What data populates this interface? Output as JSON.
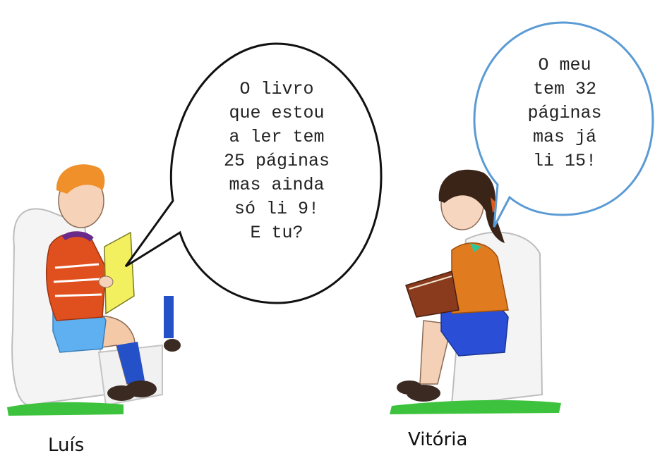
{
  "characters": {
    "boy": {
      "name": "Luís",
      "speech": "O livro\nque estou\na ler tem\n25 páginas\nmas ainda\nsó li 9!\nE tu?"
    },
    "girl": {
      "name": "Vitória",
      "speech": "O meu\ntem 32\npáginas\nmas já\nli 15!"
    }
  },
  "colors": {
    "boy_bubble_outline": "#111111",
    "girl_bubble_outline": "#5b9bd5",
    "grass": "#3cc23c"
  }
}
